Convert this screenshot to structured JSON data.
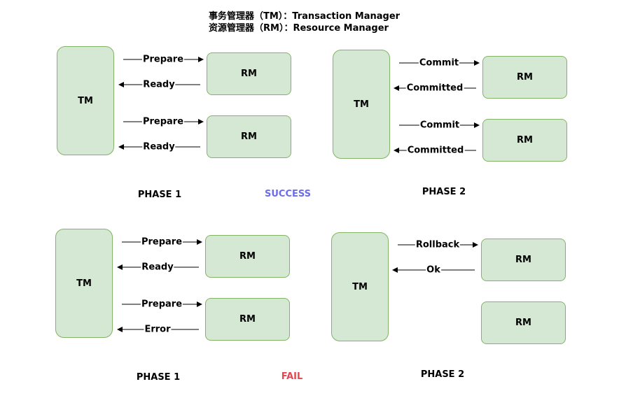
{
  "legend": {
    "tm_line": "事务管理器（TM）：Transaction Manager",
    "rm_line": "资源管理器（RM）：Resource Manager"
  },
  "success": {
    "phase1": {
      "tm": "TM",
      "rm1": "RM",
      "rm2": "RM",
      "msg_prepare_1": "Prepare",
      "msg_ready_1": "Ready",
      "msg_prepare_2": "Prepare",
      "msg_ready_2": "Ready",
      "caption": "PHASE 1"
    },
    "status": "SUCCESS",
    "phase2": {
      "tm": "TM",
      "rm1": "RM",
      "rm2": "RM",
      "msg_commit_1": "Commit",
      "msg_committed_1": "Committed",
      "msg_commit_2": "Commit",
      "msg_committed_2": "Committed",
      "caption": "PHASE 2"
    }
  },
  "fail": {
    "phase1": {
      "tm": "TM",
      "rm1": "RM",
      "rm2": "RM",
      "msg_prepare_1": "Prepare",
      "msg_ready_1": "Ready",
      "msg_prepare_2": "Prepare",
      "msg_error_2": "Error",
      "caption": "PHASE 1"
    },
    "status": "FAIL",
    "phase2": {
      "tm": "TM",
      "rm1": "RM",
      "rm2": "RM",
      "msg_rollback_1": "Rollback",
      "msg_ok_1": "Ok",
      "caption": "PHASE 2"
    }
  },
  "colors": {
    "box_fill": "#d5e8d4",
    "box_border": "#82b366",
    "success": "#6c6cf0",
    "fail": "#e5464f"
  }
}
